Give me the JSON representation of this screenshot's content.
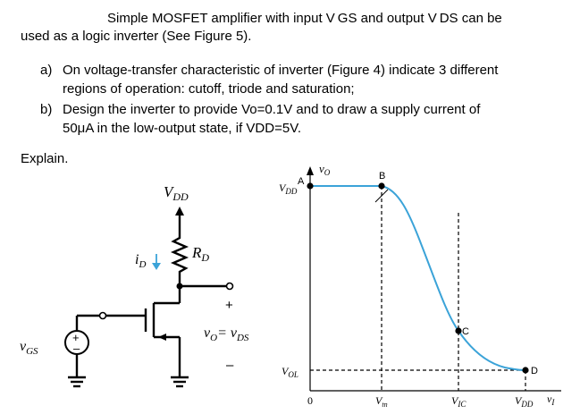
{
  "problem": {
    "intro_line1": "Simple MOSFET amplifier with input V GS and output V DS can be",
    "intro_line2": "used as a logic inverter (See Figure 5).",
    "item_a_label": "a)",
    "item_a_line1": "On voltage-transfer characteristic of inverter (Figure 4) indicate 3 different",
    "item_a_line2": "regions of operation: cutoff, triode and saturation;",
    "item_b_label": "b)",
    "item_b_line1": "Design the inverter to provide Vo=0.1V and to draw a supply current of",
    "item_b_line2": "50μA in the low-output state, if VDD=5V.",
    "explain": "Explain."
  },
  "circuit": {
    "vdd": "V",
    "vdd_sub": "DD",
    "id": "i",
    "id_sub": "D",
    "rd": "R",
    "rd_sub": "D",
    "plus": "+",
    "minus": "–",
    "vo_eq": "v",
    "vo_sub": "O",
    "eq": "= v",
    "vds_sub": "DS",
    "vgs": "v",
    "vgs_sub": "GS",
    "src_plus": "+",
    "src_minus": "–"
  },
  "vtc": {
    "vo_axis": "v",
    "vo_axis_sub": "O",
    "vi_axis": "v",
    "vi_axis_sub": "I",
    "vdd": "V",
    "vdd_sub": "DD",
    "vol": "V",
    "vol_sub": "OL",
    "zero": "0",
    "vt": "V",
    "vt_sub": "tn",
    "vic": "V",
    "vic_sub": "IC",
    "vdd_x": "V",
    "vdd_x_sub": "DD",
    "point_a": "A",
    "point_b": "B",
    "point_c": "C",
    "point_d": "D",
    "curve_color": "#3ba3d8"
  }
}
